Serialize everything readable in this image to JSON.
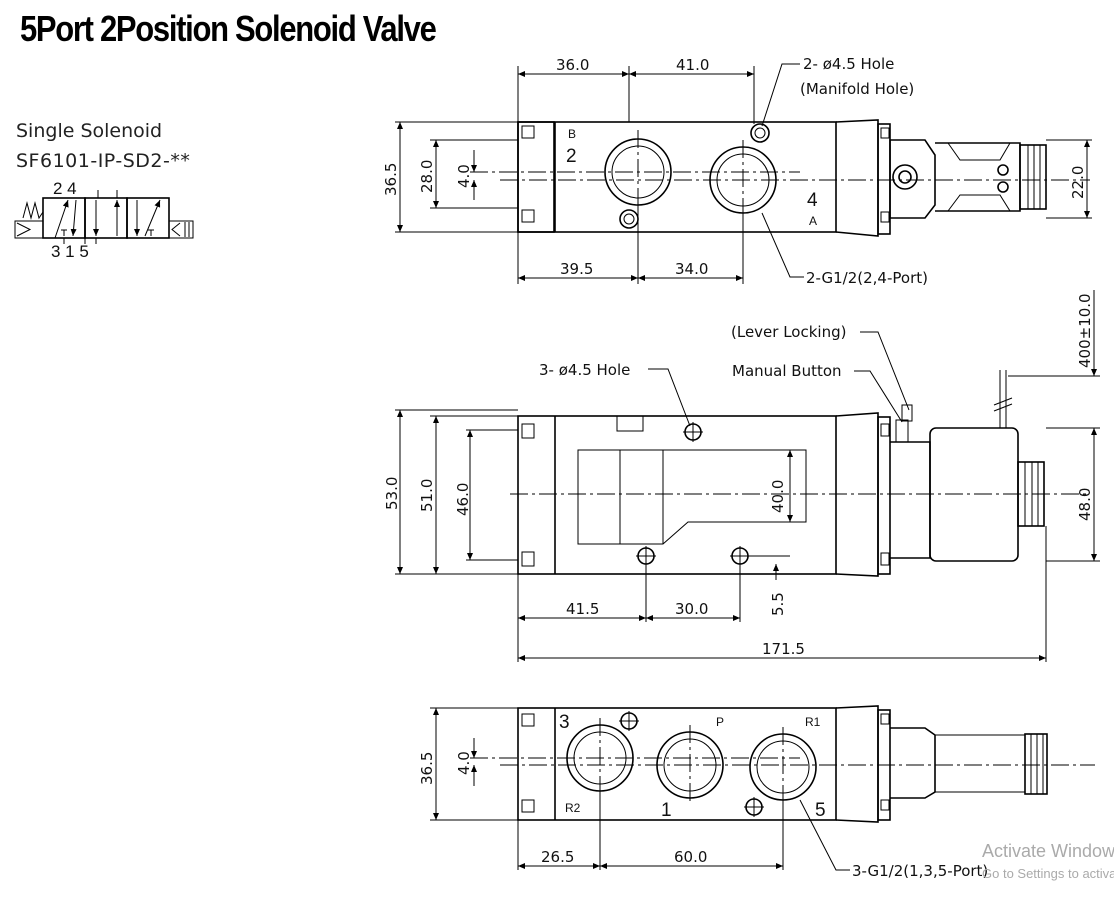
{
  "title": "5Port 2Position Solenoid Valve",
  "symbol": {
    "type_label": "Single Solenoid",
    "model": "SF6101-IP-SD2-**",
    "top_ports": "2  4",
    "bottom_ports": "3 1 5"
  },
  "top_view": {
    "dims": {
      "d36_0": "36.0",
      "d41_0": "41.0",
      "d39_5": "39.5",
      "d34_0": "34.0",
      "d36_5": "36.5",
      "d28_0": "28.0",
      "d4_0": "4.0",
      "d22_0": "22.0"
    },
    "notes": {
      "manifold_hole_1": "2- ø4.5 Hole",
      "manifold_hole_2": "(Manifold Hole)",
      "port_thread": "2-G1/2(2,4-Port)"
    },
    "ports": {
      "b_small": "B",
      "b_num": "2",
      "a_num": "4",
      "a_small": "A"
    }
  },
  "side_view": {
    "dims": {
      "d53_0": "53.0",
      "d51_0": "51.0",
      "d46_0": "46.0",
      "d40_0": "40.0",
      "d48_0": "48.0",
      "d41_5": "41.5",
      "d30_0": "30.0",
      "d5_5": "5.5",
      "d171_5": "171.5",
      "d400": "400±10.0"
    },
    "notes": {
      "lever_locking": "(Lever Locking)",
      "manual_button": "Manual Button",
      "hole": "3- ø4.5 Hole"
    }
  },
  "bottom_view": {
    "dims": {
      "d36_5": "36.5",
      "d4_0": "4.0",
      "d26_5": "26.5",
      "d60_0": "60.0"
    },
    "notes": {
      "port_thread": "3-G1/2(1,3,5-Port)"
    },
    "ports": {
      "p3": "3",
      "p": "P",
      "r1": "R1",
      "r2": "R2",
      "p1": "1",
      "p5": "5"
    }
  },
  "watermark": {
    "line1": "Activate Windows",
    "line2": "Go to Settings to activate Windows."
  }
}
